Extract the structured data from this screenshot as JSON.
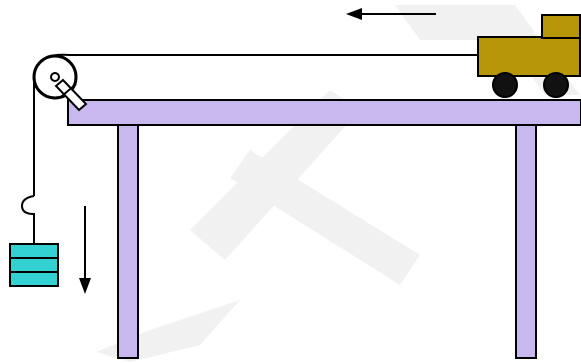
{
  "watermark": {
    "text": "NCERT",
    "color": "#f0f0f0"
  },
  "colors": {
    "table_fill": "#c9b8f0",
    "outline": "#000000",
    "cart_fill": "#b8960a",
    "block_fill": "#33d1d1",
    "wheel_fill": "#111111",
    "background": "#ffffff"
  },
  "diagram": {
    "objects": [
      "table",
      "pulley",
      "string",
      "toy-cart",
      "hanging-weight",
      "cart-direction-arrow",
      "weight-direction-arrow"
    ],
    "cart_motion": "left",
    "weight_motion": "down"
  }
}
